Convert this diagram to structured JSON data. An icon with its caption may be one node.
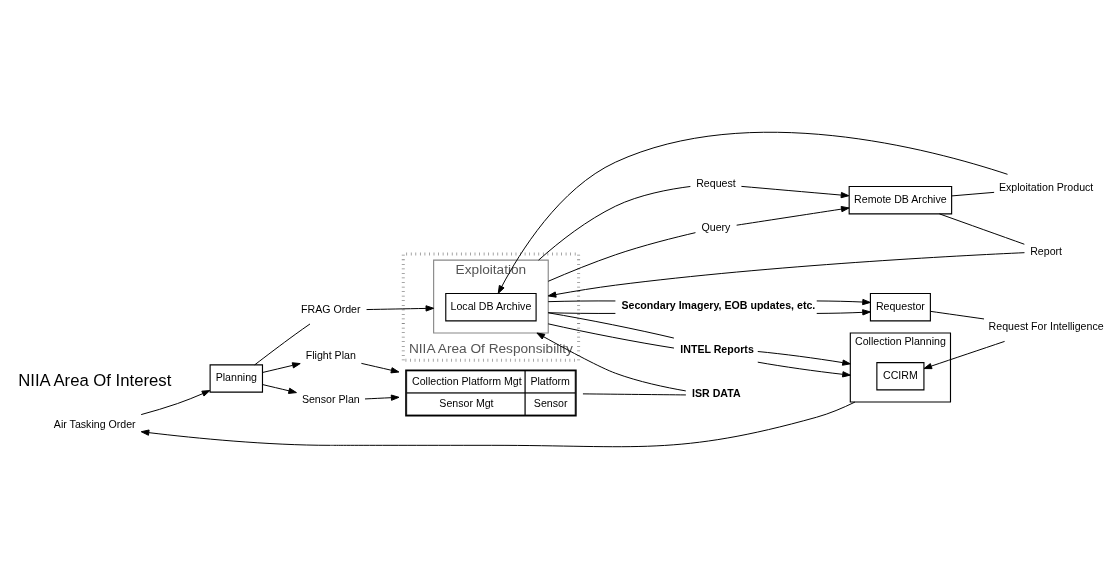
{
  "diagram": {
    "nodes": [
      {
        "text": [
          "Air Tasking Order"
        ]
      },
      {
        "text": [
          "Planning"
        ]
      },
      {
        "text": [
          "Flight Plan"
        ]
      },
      {
        "text": [
          "Sensor Plan"
        ]
      },
      {
        "text": [
          "Collection Platform Mgt",
          "Platform",
          "Sensor Mgt",
          "Sensor"
        ]
      },
      {
        "text": [
          "ISR DATA"
        ]
      },
      {
        "text": [
          "Collection Planning"
        ]
      },
      {
        "text": [
          "CCIRM"
        ],
        "in": 6
      },
      {
        "text": [
          "Request For Intelligence"
        ]
      },
      {
        "text": [
          "Requestor"
        ]
      },
      {
        "text": [
          "FRAG Order"
        ]
      },
      {
        "text": [
          "INTEL Reports"
        ]
      },
      {
        "text": [
          "Secondary Imagery, EOB updates, etc."
        ]
      },
      {
        "text": [
          "NIIA Area Of Responsibility"
        ]
      },
      {
        "text": [
          "Exploitation"
        ],
        "in": 13
      },
      {
        "text": [
          "Local DB Archive"
        ],
        "in": 14
      },
      {
        "text": [
          "Query"
        ]
      },
      {
        "text": [
          "Report"
        ]
      },
      {
        "text": [
          "Request"
        ]
      },
      {
        "text": [
          "Exploitation Product"
        ]
      },
      {
        "text": [
          "Remote DB Archive"
        ]
      }
    ],
    "edges": [
      {
        "from": 6,
        "to": 0,
        "arrow": "to"
      },
      {
        "from": 0,
        "to": 1,
        "arrow": "to"
      },
      {
        "from": 1,
        "to": 2,
        "arrow": "to"
      },
      {
        "from": 1,
        "to": 3,
        "arrow": "to"
      },
      {
        "from": 2,
        "to": 4,
        "arrow": "to"
      },
      {
        "from": 3,
        "to": 4,
        "arrow": "to"
      },
      {
        "from": 4,
        "to": 5,
        "arrow": "none"
      },
      {
        "from": 5,
        "to": 14,
        "arrow": "to"
      },
      {
        "from": 9,
        "to": 8,
        "arrow": "none"
      },
      {
        "from": 8,
        "to": 7,
        "arrow": "to"
      },
      {
        "from": 1,
        "to": 10,
        "arrow": "none"
      },
      {
        "from": 10,
        "to": 14,
        "arrow": "to"
      },
      {
        "from": 14,
        "to": 11,
        "arrow": "none"
      },
      {
        "from": 14,
        "to": 11,
        "arrow": "none"
      },
      {
        "from": 11,
        "to": 6,
        "arrow": "to"
      },
      {
        "from": 11,
        "to": 6,
        "arrow": "to"
      },
      {
        "from": 14,
        "to": 12,
        "arrow": "none"
      },
      {
        "from": 14,
        "to": 12,
        "arrow": "none"
      },
      {
        "from": 12,
        "to": 9,
        "arrow": "to"
      },
      {
        "from": 12,
        "to": 9,
        "arrow": "to"
      },
      {
        "from": 14,
        "to": 16,
        "arrow": "none"
      },
      {
        "from": 16,
        "to": 20,
        "arrow": "to"
      },
      {
        "from": 20,
        "to": 17,
        "arrow": "none"
      },
      {
        "from": 17,
        "to": 14,
        "arrow": "to"
      },
      {
        "from": 14,
        "to": 18,
        "arrow": "none"
      },
      {
        "from": 18,
        "to": 20,
        "arrow": "to"
      },
      {
        "from": 20,
        "to": 19,
        "arrow": "none"
      },
      {
        "from": 19,
        "to": 15,
        "arrow": "to"
      }
    ],
    "labels": [
      "NIIA Area Of Interest"
    ]
  }
}
